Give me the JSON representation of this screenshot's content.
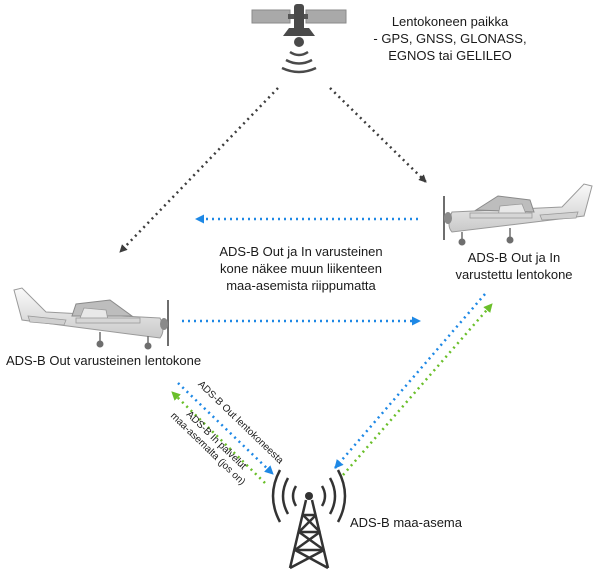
{
  "satellite": {
    "label_lines": [
      "Lentokoneen paikka",
      "- GPS, GNSS, GLONASS,",
      "EGNOS tai GELILEO"
    ]
  },
  "right_aircraft": {
    "label_lines": [
      "ADS-B Out ja In",
      "varustettu lentokone"
    ]
  },
  "left_aircraft": {
    "label": "ADS-B Out varusteinen lentokone"
  },
  "middle_note": {
    "lines": [
      "ADS-B Out ja In varusteinen",
      "kone näkee muun liikenteen",
      "maa-asemista riippumatta"
    ]
  },
  "ground_station": {
    "label": "ADS-B maa-asema"
  },
  "links": {
    "out_from_aircraft": "ADS-B Out lentokoneesta",
    "in_services_lines": [
      "ADS-B In palvelut",
      "maa-asemalta (jos on)"
    ]
  },
  "colors": {
    "satellite_link": "#3d3d3d",
    "ads_b_out": "#1e88e5",
    "ads_b_in": "#6abf2a"
  }
}
